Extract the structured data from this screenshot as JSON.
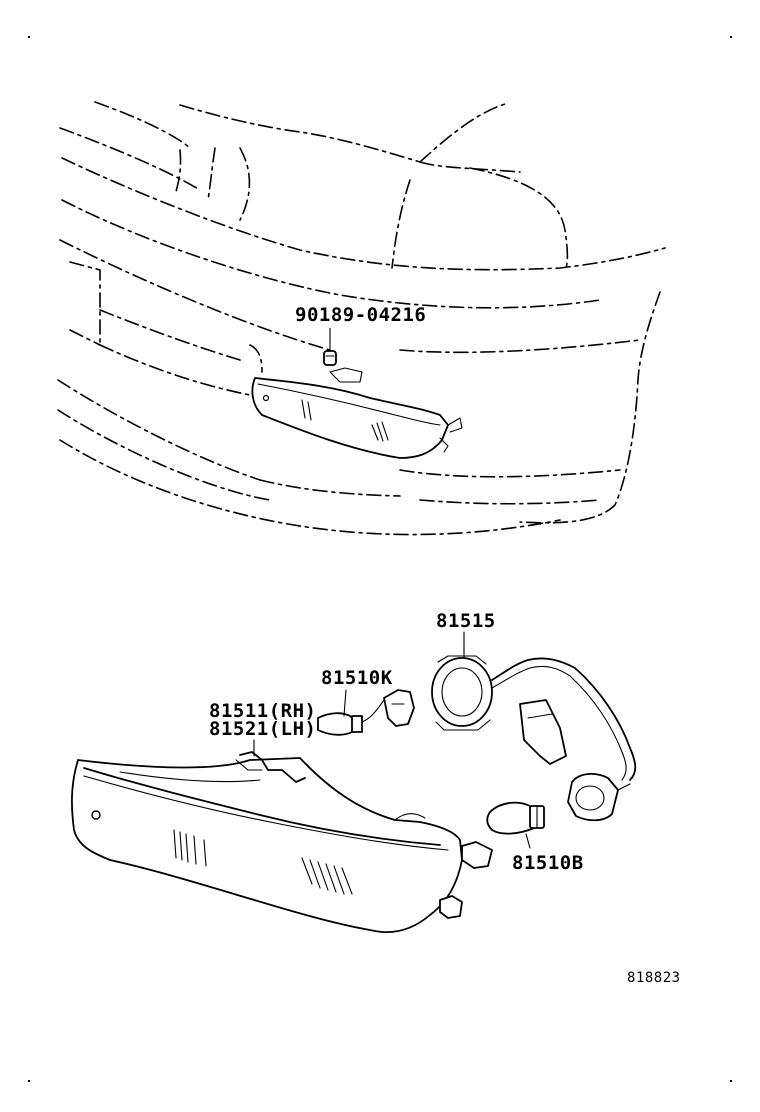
{
  "diagram": {
    "labels": {
      "retainer": "90189-04216",
      "socket": "81515",
      "side_bulb": "81510K",
      "lamp_rh": "81511(RH)",
      "lamp_lh": "81521(LH)",
      "signal_bulb": "81510B"
    },
    "illustration_number": "818823"
  }
}
